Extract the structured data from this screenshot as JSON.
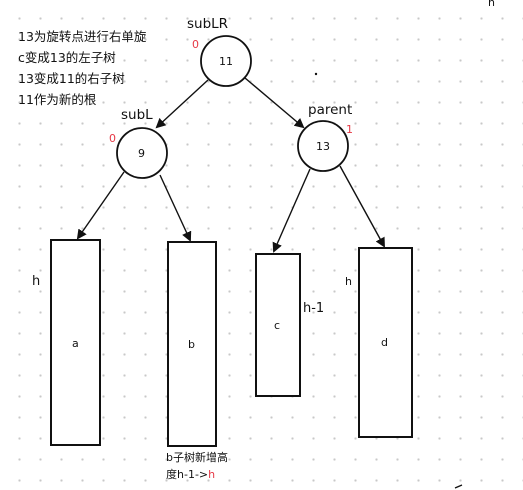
{
  "notes": [
    "13为旋转点进行右单旋",
    "c变成13的左子树",
    "13变成11的右子树",
    "11作为新的根"
  ],
  "nodes": {
    "sublr": {
      "label": "subLR",
      "value": "11",
      "balance": "0"
    },
    "subl": {
      "label": "subL",
      "value": "9",
      "balance": "0"
    },
    "parent": {
      "label": "parent",
      "value": "13",
      "balance": "1"
    }
  },
  "subtrees": {
    "a": {
      "name": "a",
      "height": "h"
    },
    "b": {
      "name": "b"
    },
    "c": {
      "name": "c",
      "height": "h-1"
    },
    "d": {
      "name": "d",
      "height": "h"
    }
  },
  "b_note": {
    "line1": "b子树新增高",
    "line2_prefix": "度h-1->",
    "line2_highlight": "h"
  },
  "corner_mark": "h",
  "colors": {
    "highlight": "#e63946",
    "stroke": "#111111"
  }
}
